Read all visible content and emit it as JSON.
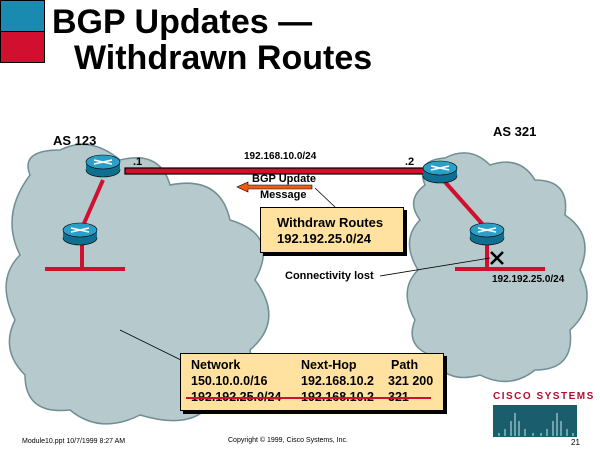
{
  "title": {
    "line1": "BGP Updates —",
    "line2": "Withdrawn Routes"
  },
  "as_left": "AS 123",
  "as_right": "AS 321",
  "link": {
    "subnet": "192.168.10.0/24",
    "left_if": ".1",
    "right_if": ".2"
  },
  "message": {
    "line1": "BGP Update",
    "line2": "Message"
  },
  "callout": {
    "line1": "Withdraw Routes",
    "line2": "192.192.25.0/24"
  },
  "connectivity_lost": "Connectivity lost",
  "lost_network": "192.192.25.0/24",
  "table": {
    "headers": [
      "Network",
      "Next-Hop",
      "Path"
    ],
    "rows": [
      {
        "network": "150.10.0.0/16",
        "next_hop": "192.168.10.2",
        "path": "321 200",
        "withdrawn": false
      },
      {
        "network": "192.192.25.0/24",
        "next_hop": "192.168.10.2",
        "path": "321",
        "withdrawn": true
      }
    ]
  },
  "logo": "Cisco Systems",
  "footer": {
    "file": "Module10.ppt  10/7/1999 8:27 AM",
    "copyright": "Copyright © 1999, Cisco Systems, Inc.",
    "page": "21"
  },
  "colors": {
    "accent_blue": "#1a8ab0",
    "accent_red": "#d0102e",
    "cloud": "#b6c9cc",
    "box": "#ffe2a0",
    "arrow": "#f05a14"
  }
}
